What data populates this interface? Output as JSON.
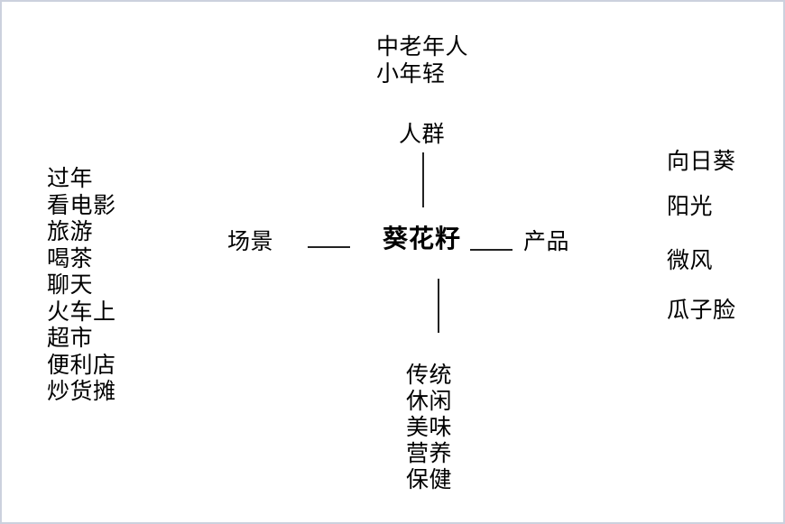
{
  "diagram": {
    "center": {
      "label": "葵花籽"
    },
    "branches": {
      "top": {
        "label": "人群",
        "items": [
          "中老年人",
          "小年轻"
        ]
      },
      "left": {
        "label": "场景",
        "items": [
          "过年",
          "看电影",
          "旅游",
          "喝茶",
          "聊天",
          "火车上",
          "超市",
          "便利店",
          "炒货摊"
        ]
      },
      "right": {
        "label": "产品",
        "items": [
          "向日葵",
          "阳光",
          "微风",
          "瓜子脸"
        ]
      },
      "bottom": {
        "items": [
          "传统",
          "休闲",
          "美味",
          "营养",
          "保健"
        ]
      }
    },
    "colors": {
      "background": "#ffffff",
      "border": "#ccd1de",
      "text": "#000000",
      "line": "#222222"
    }
  }
}
